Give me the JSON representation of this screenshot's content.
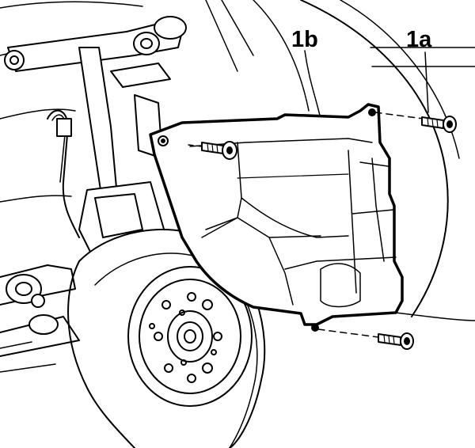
{
  "diagram": {
    "callouts": [
      {
        "id": "1a",
        "text": "1a"
      },
      {
        "id": "1b",
        "text": "1b"
      }
    ],
    "colors": {
      "ink": "#000000",
      "paper": "#ffffff"
    }
  }
}
